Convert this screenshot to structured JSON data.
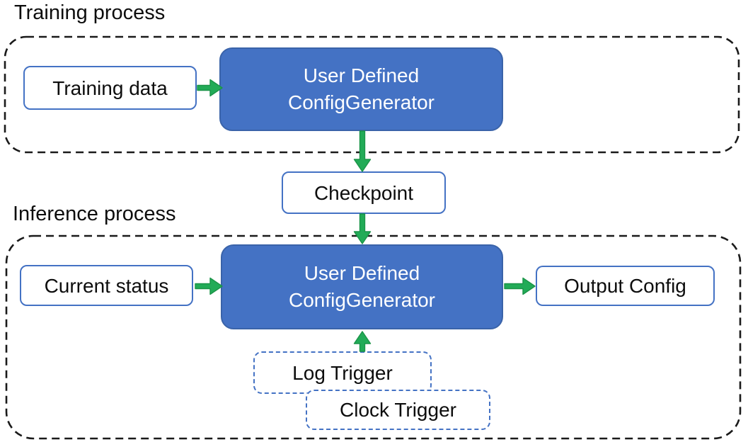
{
  "diagram": {
    "sections": {
      "training": {
        "label": "Training process"
      },
      "inference": {
        "label": "Inference process"
      }
    },
    "nodes": {
      "training_data": {
        "label": "Training data"
      },
      "generator_training": {
        "line1": "User Defined",
        "line2": "ConfigGenerator"
      },
      "checkpoint": {
        "label": "Checkpoint"
      },
      "current_status": {
        "label": "Current status"
      },
      "generator_inference": {
        "line1": "User Defined",
        "line2": "ConfigGenerator"
      },
      "output_config": {
        "label": "Output Config"
      },
      "log_trigger": {
        "label": "Log Trigger"
      },
      "clock_trigger": {
        "label": "Clock Trigger"
      }
    },
    "colors": {
      "blue_fill": "#4472C4",
      "blue_border": "#3A63A9",
      "light_border": "#4472C4",
      "trigger_border": "#4472C4",
      "arrow_fill": "#22AB57",
      "arrow_stroke": "#1B9448",
      "container_border": "#1A1A1A",
      "text_dark": "#0D0D0D",
      "text_light": "#FFFFFF",
      "background": "#FFFFFF"
    }
  }
}
